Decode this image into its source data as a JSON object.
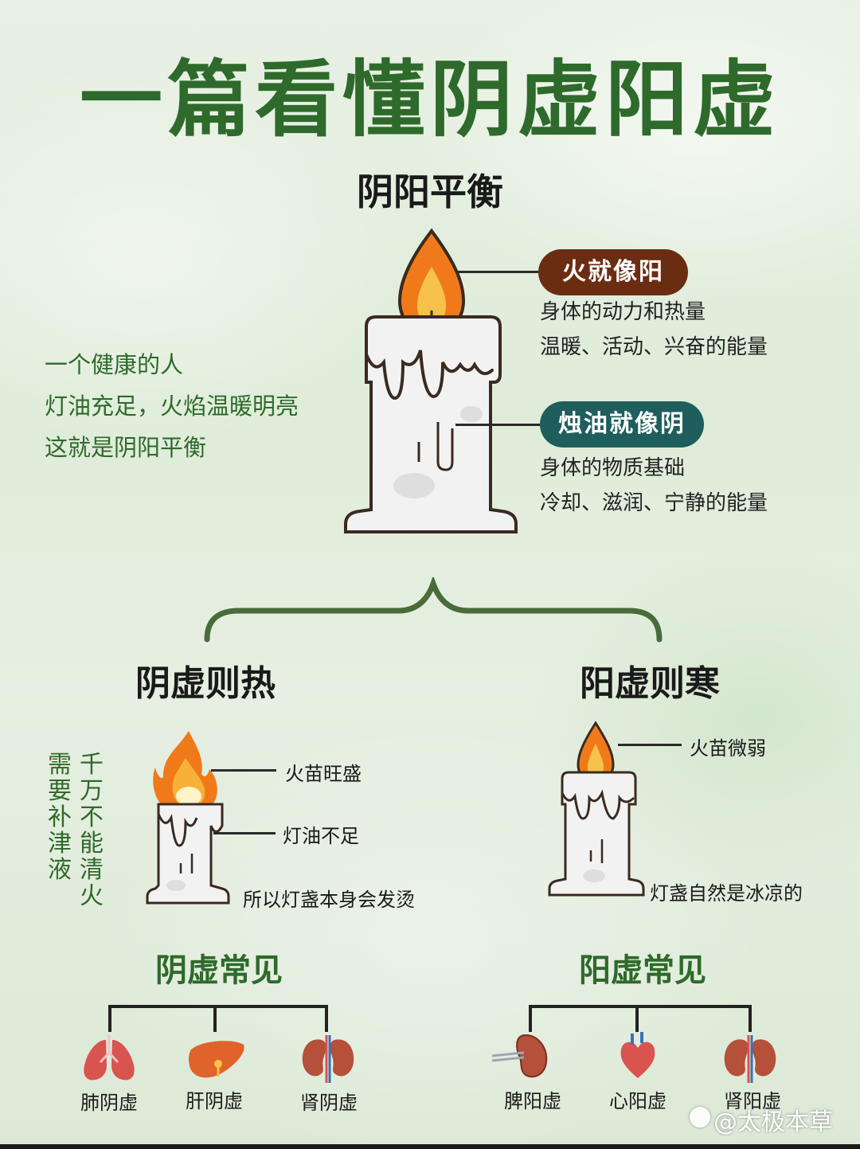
{
  "title": "一篇看懂阴虚阳虚",
  "balance": {
    "heading": "阴阳平衡",
    "left_lines": [
      "一个健康的人",
      "灯油充足，火焰温暖明亮",
      "这就是阴阳平衡"
    ],
    "fire": {
      "pill": "火就像阳",
      "color": "#6b2d12",
      "lines": [
        "身体的动力和热量",
        "温暖、活动、兴奋的能量"
      ]
    },
    "oil": {
      "pill": "烛油就像阴",
      "color": "#1e5e5d",
      "lines": [
        "身体的物质基础",
        "冷却、滋润、宁静的能量"
      ]
    }
  },
  "yin_xu": {
    "heading": "阴虚则热",
    "flame_label": "火苗旺盛",
    "oil_label": "灯油不足",
    "base_label": "所以灯盏本身会发烫",
    "vertical_right": "千万不能清火",
    "vertical_left": "需要补津液"
  },
  "yang_xu": {
    "heading": "阳虚则寒",
    "flame_label": "火苗微弱",
    "base_label": "灯盏自然是冰凉的"
  },
  "yin_common": {
    "heading": "阴虚常见",
    "items": [
      {
        "label": "肺阴虚",
        "icon": "lungs-icon"
      },
      {
        "label": "肝阴虚",
        "icon": "liver-icon"
      },
      {
        "label": "肾阴虚",
        "icon": "kidney-icon"
      }
    ]
  },
  "yang_common": {
    "heading": "阳虚常见",
    "items": [
      {
        "label": "脾阳虚",
        "icon": "spleen-icon"
      },
      {
        "label": "心阳虚",
        "icon": "heart-icon"
      },
      {
        "label": "肾阳虚",
        "icon": "kidney-icon"
      }
    ]
  },
  "watermark": "@太极本草",
  "colors": {
    "brand_green": "#2e6a2b",
    "flame_orange": "#f07a1a",
    "flame_yellow": "#f7c24a"
  }
}
